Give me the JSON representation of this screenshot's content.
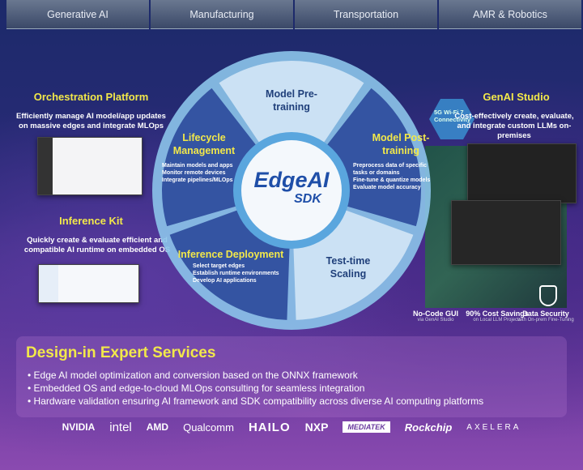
{
  "tiles": [
    "Generative AI",
    "Manufacturing",
    "Transportation",
    "AMR & Robotics"
  ],
  "left": {
    "orchestration": {
      "title": "Orchestration Platform",
      "desc": "Efficiently manage AI model/app updates on massive edges and integrate MLOps"
    },
    "inference_kit": {
      "title": "Inference Kit",
      "desc": "Quickly create & evaluate efficient and compatible AI runtime on embedded OS"
    }
  },
  "right": {
    "genai": {
      "title": "GenAI Studio",
      "desc": "Cost-effectively create, evaluate, and integrate custom LLMs on-premises"
    },
    "hex_label": "5G Wi-Fi 7 Connectivity",
    "features": [
      {
        "title": "No-Code GUI",
        "sub": "via GenAI Studio",
        "icon": "gui-icon"
      },
      {
        "title": "90% Cost Savings",
        "sub": "on Local LLM Projects",
        "icon": "dollar-icon"
      },
      {
        "title": "Data Security",
        "sub": "with On-prem Fine-Tuning",
        "icon": "shield-database-icon"
      }
    ]
  },
  "wheel": {
    "center": {
      "brand": "EdgeAI",
      "sub": "SDK"
    },
    "segments": [
      {
        "title": "Model Pre-training",
        "bullets": []
      },
      {
        "title": "Model Post-training",
        "bullets": [
          "Preprocess data of specific tasks or domains",
          "Fine-tune & quantize models",
          "Evaluate model accuracy"
        ]
      },
      {
        "title": "Test-time Scaling",
        "bullets": []
      },
      {
        "title": "Inference Deployment",
        "bullets": [
          "Select target edges",
          "Establish runtime environments",
          "Develop AI applications"
        ]
      },
      {
        "title": "Lifecycle Management",
        "bullets": [
          "Maintain models and apps",
          "Monitor remote devices",
          "Integrate pipelines/MLOps"
        ]
      }
    ],
    "colors": {
      "light": "#cfe4f4",
      "dark": "#2f4f9e",
      "ring": "#8cc4ea",
      "accent": "#f2e84a"
    }
  },
  "services": {
    "title": "Design-in Expert Services",
    "items": [
      "Edge AI model optimization and conversion based on the ONNX framework",
      "Embedded OS and edge-to-cloud MLOps consulting for seamless integration",
      "Hardware validation ensuring AI framework and SDK compatibility across diverse AI computing platforms"
    ]
  },
  "partners": [
    "NVIDIA",
    "intel",
    "AMD",
    "Qualcomm",
    "HAILO",
    "NXP",
    "MEDIATEK",
    "Rockchip",
    "AXELERA"
  ]
}
